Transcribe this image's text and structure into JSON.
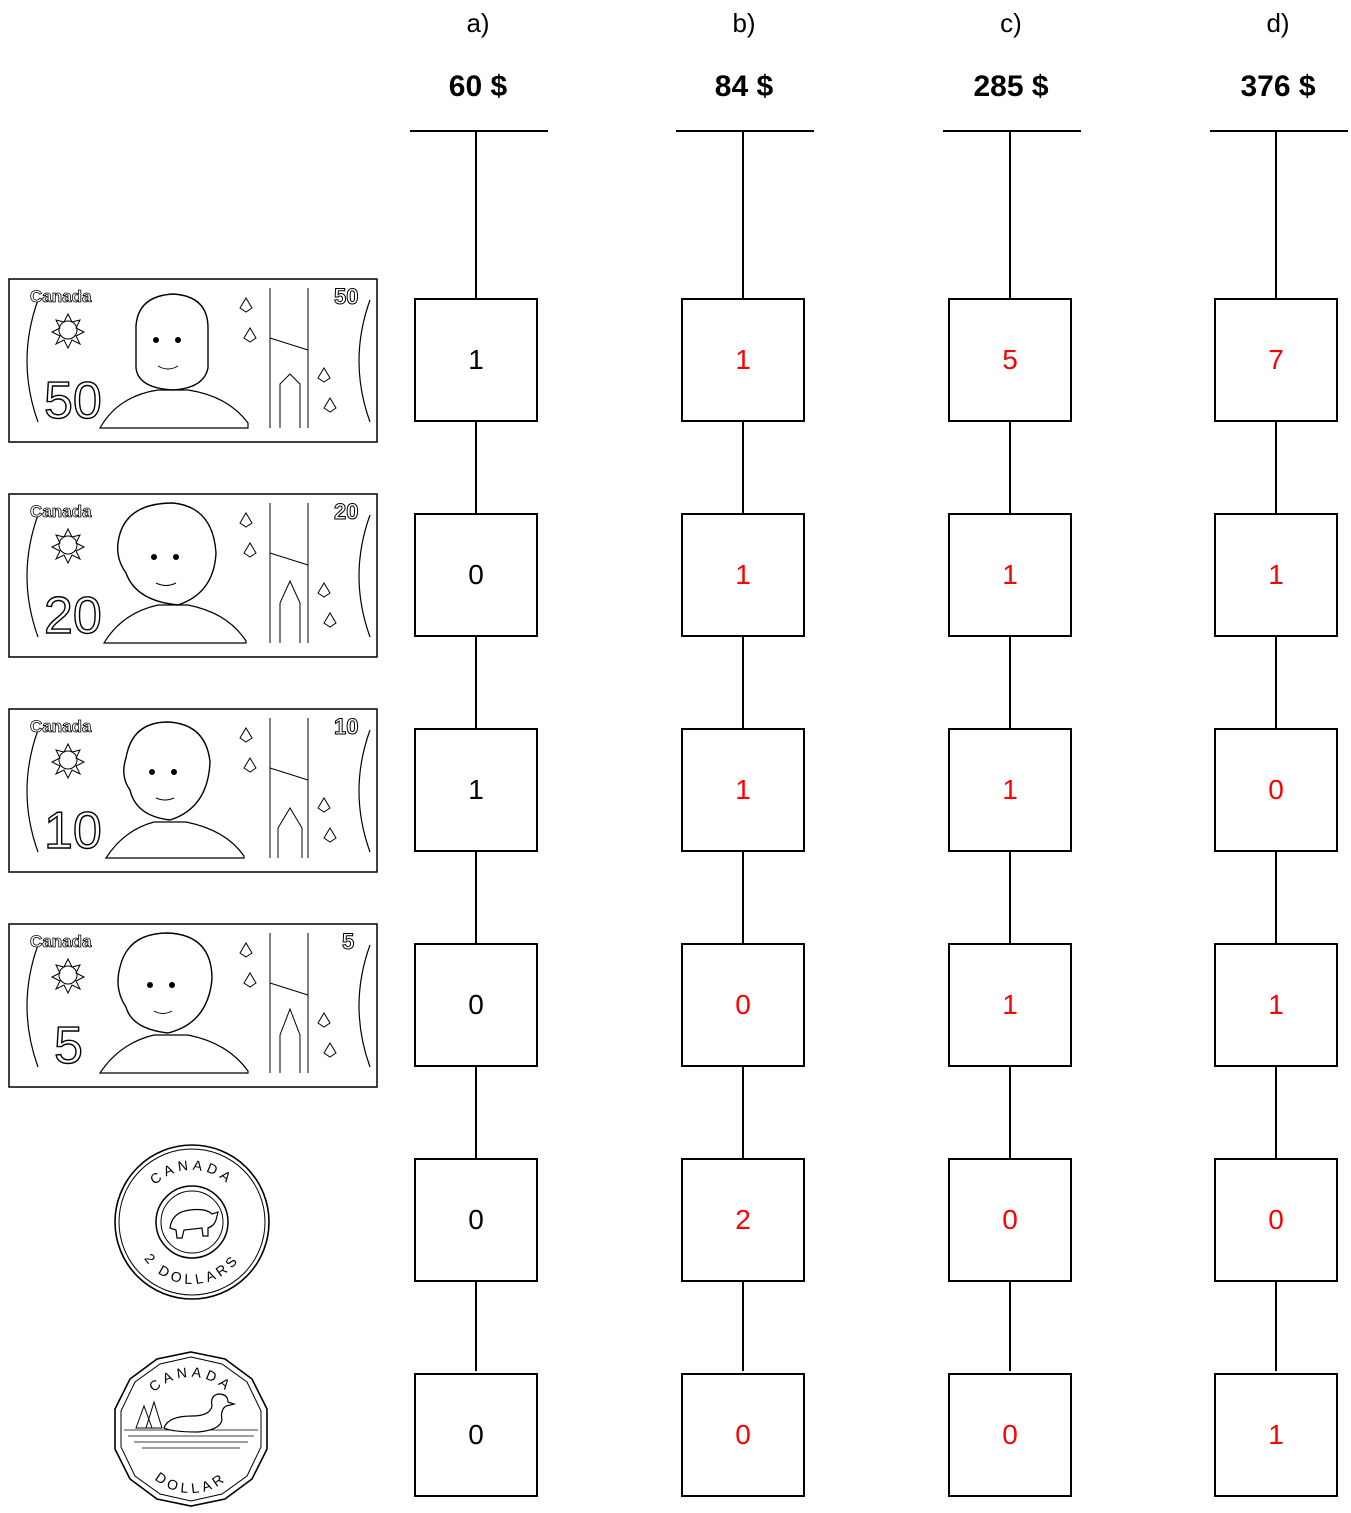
{
  "columns": [
    {
      "letter": "a)",
      "amount": "60 $",
      "values": [
        "1",
        "0",
        "1",
        "0",
        "0",
        "0"
      ],
      "color": "#000000"
    },
    {
      "letter": "b)",
      "amount": "84 $",
      "values": [
        "1",
        "1",
        "1",
        "0",
        "2",
        "0"
      ],
      "color": "#ff0000"
    },
    {
      "letter": "c)",
      "amount": "285 $",
      "values": [
        "5",
        "1",
        "1",
        "1",
        "0",
        "0"
      ],
      "color": "#ff0000"
    },
    {
      "letter": "d)",
      "amount": "376 $",
      "values": [
        "7",
        "1",
        "0",
        "1",
        "0",
        "1"
      ],
      "color": "#ff0000"
    }
  ],
  "denominations": [
    {
      "type": "banknote",
      "country": "Canada",
      "value": "50",
      "big": "50"
    },
    {
      "type": "banknote",
      "country": "Canada",
      "value": "20",
      "big": "20"
    },
    {
      "type": "banknote",
      "country": "Canada",
      "value": "10",
      "big": "10"
    },
    {
      "type": "banknote",
      "country": "Canada",
      "value": "5",
      "big": "5"
    },
    {
      "type": "coin",
      "top_text": "CANADA",
      "bottom_text": "2 DOLLARS"
    },
    {
      "type": "coin",
      "top_text": "CANADA",
      "bottom_text": "DOLLAR"
    }
  ]
}
